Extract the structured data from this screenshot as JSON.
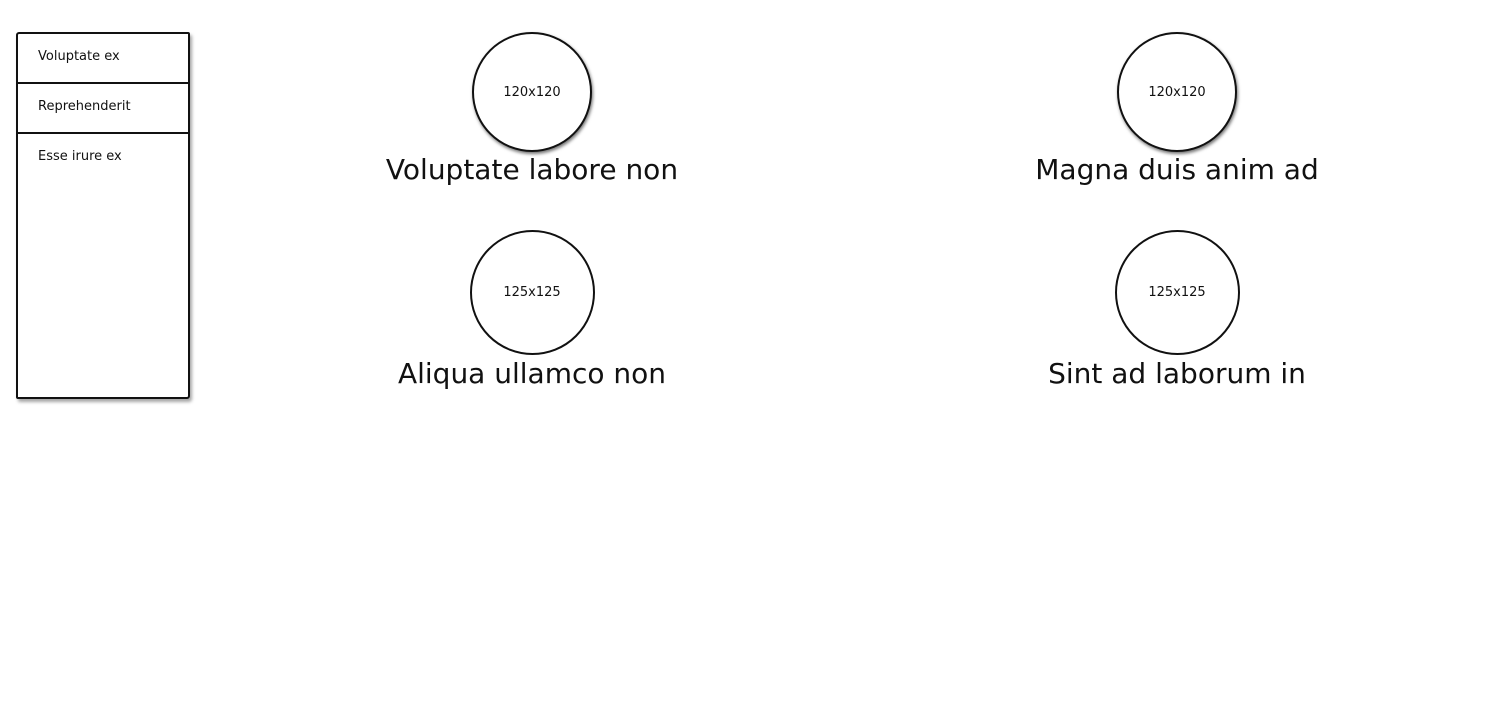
{
  "sidebar": {
    "items": [
      {
        "label": "Voluptate ex"
      },
      {
        "label": "Reprehenderit"
      },
      {
        "label": "Esse irure ex"
      }
    ]
  },
  "cards": [
    {
      "image_label": "120x120",
      "title": "Voluptate labore non"
    },
    {
      "image_label": "120x120",
      "title": "Magna duis anim ad"
    },
    {
      "image_label": "125x125",
      "title": "Aliqua ullamco non"
    },
    {
      "image_label": "125x125",
      "title": "Sint ad laborum in"
    }
  ],
  "colors": {
    "stroke": "#111111",
    "background": "#ffffff"
  }
}
